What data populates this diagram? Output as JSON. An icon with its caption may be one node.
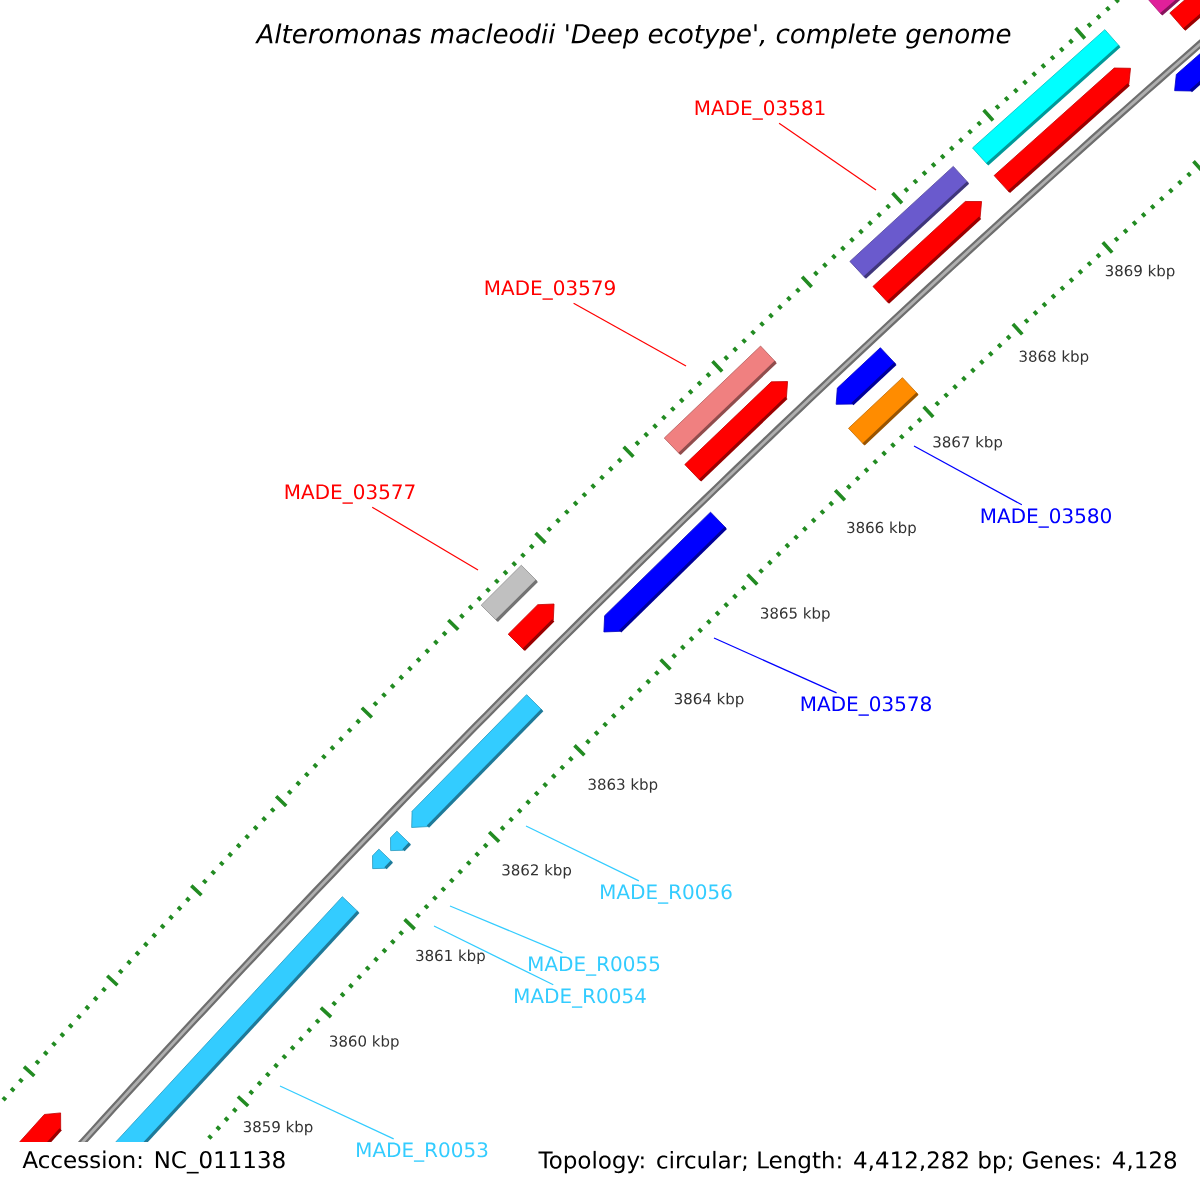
{
  "diagram": {
    "title": "Alteromonas macleodii 'Deep ecotype', complete genome",
    "nodes": [
      {
        "text": [
          "MADE_03581"
        ]
      },
      {
        "text": [
          "MADE_03579"
        ]
      },
      {
        "text": [
          "MADE_03577"
        ]
      },
      {
        "text": [
          "MADE_03580"
        ]
      },
      {
        "text": [
          "MADE_03578"
        ]
      },
      {
        "text": [
          "MADE_R0056"
        ]
      },
      {
        "text": [
          "MADE_R0055"
        ]
      },
      {
        "text": [
          "MADE_R0054"
        ]
      },
      {
        "text": [
          "MADE_R0053"
        ]
      }
    ],
    "edges": [
      {
        "from": 0,
        "to": null,
        "arrow": "none",
        "color": "#ff0000"
      },
      {
        "from": 1,
        "to": null,
        "arrow": "none",
        "color": "#ff0000"
      },
      {
        "from": 2,
        "to": null,
        "arrow": "none",
        "color": "#ff0000"
      },
      {
        "from": 3,
        "to": null,
        "arrow": "none",
        "color": "#0000ff"
      },
      {
        "from": 4,
        "to": null,
        "arrow": "none",
        "color": "#0000ff"
      },
      {
        "from": 5,
        "to": null,
        "arrow": "none",
        "color": "#33ccff"
      },
      {
        "from": 6,
        "to": null,
        "arrow": "none",
        "color": "#33ccff"
      },
      {
        "from": 7,
        "to": null,
        "arrow": "none",
        "color": "#33ccff"
      },
      {
        "from": 8,
        "to": null,
        "arrow": "none",
        "color": "#33ccff"
      }
    ],
    "labels": [
      "3859 kbp",
      "3860 kbp",
      "3861 kbp",
      "3862 kbp",
      "3863 kbp",
      "3864 kbp",
      "3865 kbp",
      "3866 kbp",
      "3867 kbp",
      "3868 kbp",
      "3869 kbp",
      "Accession: NC_011138",
      "Topology: circular; Length: 4,412,282 bp; Genes: 4,128"
    ]
  }
}
